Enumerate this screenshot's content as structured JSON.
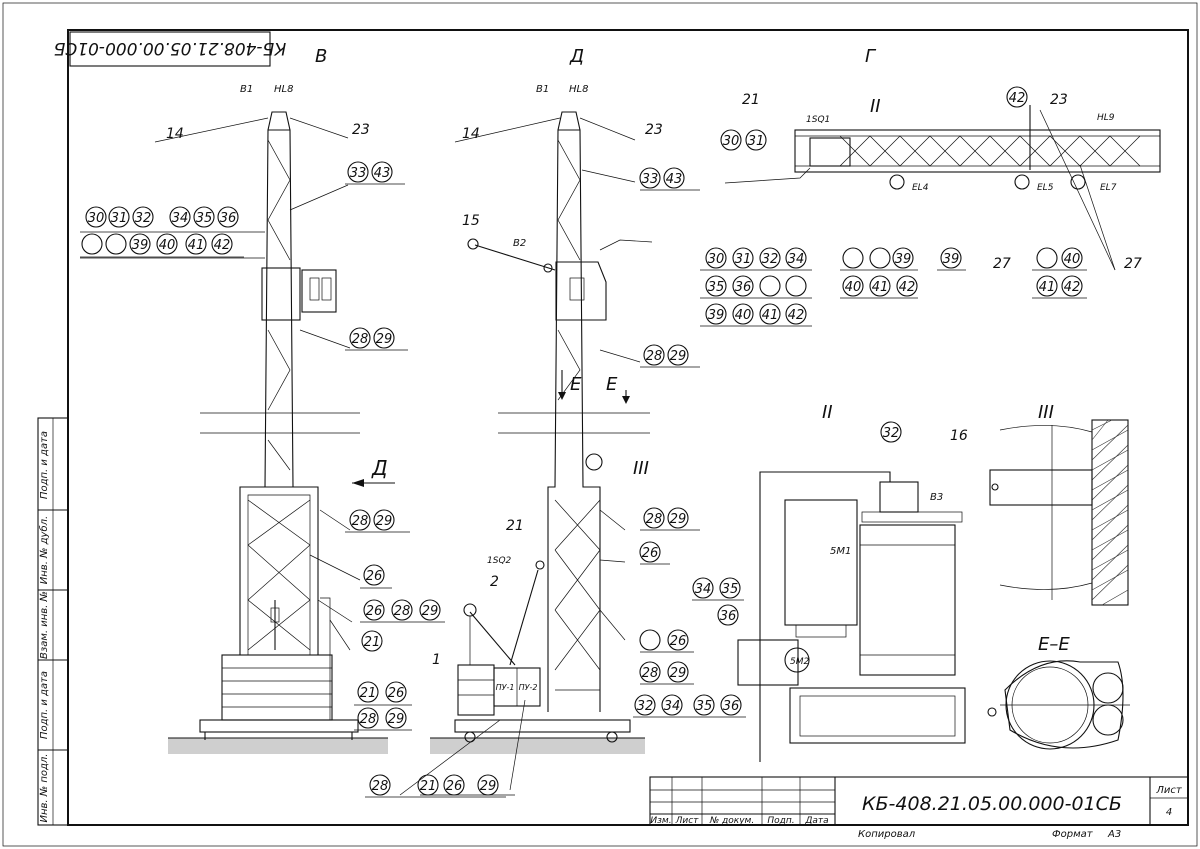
{
  "sheet": {
    "stamp_code_rotated": "КБ-408.21.05.00.000-01СБ",
    "designation": "КБ-408.21.05.00.000-01СБ",
    "sheet_label": "Лист",
    "sheet_number": "4",
    "copied_label": "Копировал",
    "format_label": "Формат",
    "format_value": "А3",
    "title_block_cols": [
      "Изм.",
      "Лист",
      "№ докум.",
      "Подп.",
      "Дата"
    ],
    "side_labels": [
      "Инв. № подл.",
      "Подп. и дата",
      "Взам. инв. №",
      "Инв. № дубл.",
      "Подп. и дата"
    ]
  },
  "views": {
    "v": "В",
    "d": "Д",
    "g": "Г",
    "ii_top": "II",
    "ii": "II",
    "iii": "III",
    "iii_mark": "III",
    "ee": "Е–Е",
    "arrow_d": "Д",
    "arrow_e1": "Е",
    "arrow_e2": "Е"
  },
  "labels": {
    "b1_v": "B1",
    "hl8_v": "HL8",
    "b1_d": "B1",
    "hl8_d": "HL8",
    "b2": "B2",
    "b3": "B3",
    "sq1": "1SQ1",
    "sq2": "1SQ2",
    "hl9": "HL9",
    "el4": "EL4",
    "el5": "EL5",
    "el7": "EL7",
    "m1": "5M1",
    "m2": "5M2",
    "pu1": "ПУ-1",
    "pu2": "ПУ-2"
  },
  "plain_refs": {
    "v14": "14",
    "v23": "23",
    "d14": "14",
    "d23": "23",
    "d15": "15",
    "d21": "21",
    "d2": "2",
    "d1": "1",
    "g21": "21",
    "g23": "23",
    "g27a": "27",
    "g27b": "27",
    "ii16": "16"
  },
  "bubbles": {
    "v_33": "33",
    "v_43": "43",
    "v_30": "30",
    "v_31": "31",
    "v_32": "32",
    "v_34": "34",
    "v_35": "35",
    "v_36": "36",
    "v_39": "39",
    "v_40": "40",
    "v_41": "41",
    "v_42": "42",
    "v_28a": "28",
    "v_29a": "29",
    "v_28b": "28",
    "v_29b": "29",
    "v_26a": "26",
    "v_26b": "26",
    "v_28c": "28",
    "v_29c": "29",
    "v_21a": "21",
    "v_21b": "21",
    "v_26c": "26",
    "v_28d": "28",
    "v_29d": "29",
    "d_33": "33",
    "d_43": "43",
    "d_28a": "28",
    "d_29a": "29",
    "d_28b": "28",
    "d_29b": "29",
    "d_26a": "26",
    "d_26b": "26",
    "d_28c": "28",
    "d_29c": "29",
    "d_32": "32",
    "d_34": "34",
    "d_35": "35",
    "d_36": "36",
    "d_28d": "28",
    "d_21": "21",
    "d_26c": "26",
    "d_29d": "29",
    "g_30": "30",
    "g_31": "31",
    "g_42": "42",
    "g_30b": "30",
    "g_31b": "31",
    "g_32b": "32",
    "g_34b": "34",
    "g_35b": "35",
    "g_36b": "36",
    "g_39b": "39",
    "g_40b": "40",
    "g_41b": "41",
    "g_42b": "42",
    "g_39c": "39",
    "g_40c": "40",
    "g_41c": "41",
    "g_42c": "42",
    "g_39": "39",
    "g_40d": "40",
    "g_41d": "41",
    "g_42d": "42",
    "ii_32": "32",
    "ii_34": "34",
    "ii_35": "35",
    "ii_36": "36"
  }
}
